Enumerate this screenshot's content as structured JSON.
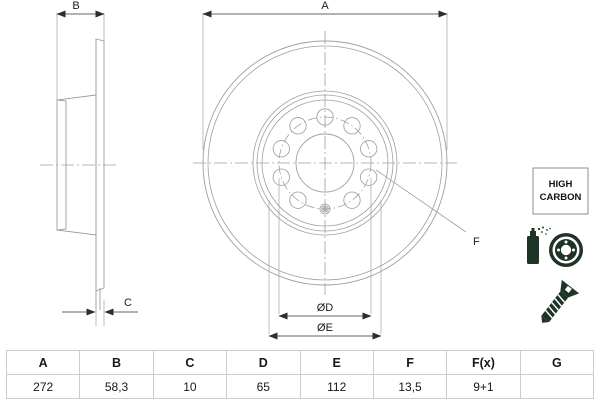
{
  "drawing": {
    "title": "Brake disc technical drawing",
    "dimension_labels": {
      "A": "A",
      "B": "B",
      "C": "C",
      "D": "ØD",
      "E": "ØE",
      "F": "F"
    }
  },
  "badge": {
    "line1": "HIGH",
    "line2": "CARBON"
  },
  "icons": {
    "coating_icon": "spray-can-and-disc-icon",
    "screw_icon": "countersunk-screw-icon"
  },
  "table": {
    "headers": [
      "A",
      "B",
      "C",
      "D",
      "E",
      "F",
      "F(x)",
      "G"
    ],
    "values": [
      "272",
      "58,3",
      "10",
      "65",
      "112",
      "13,5",
      "9+1",
      ""
    ]
  },
  "colors": {
    "line": "#9aa0a6",
    "text": "#15181b",
    "badge_border": "#8a8f95",
    "icon_dark": "#1f3326",
    "table_border": "#c9cdd2",
    "background": "#ffffff"
  }
}
